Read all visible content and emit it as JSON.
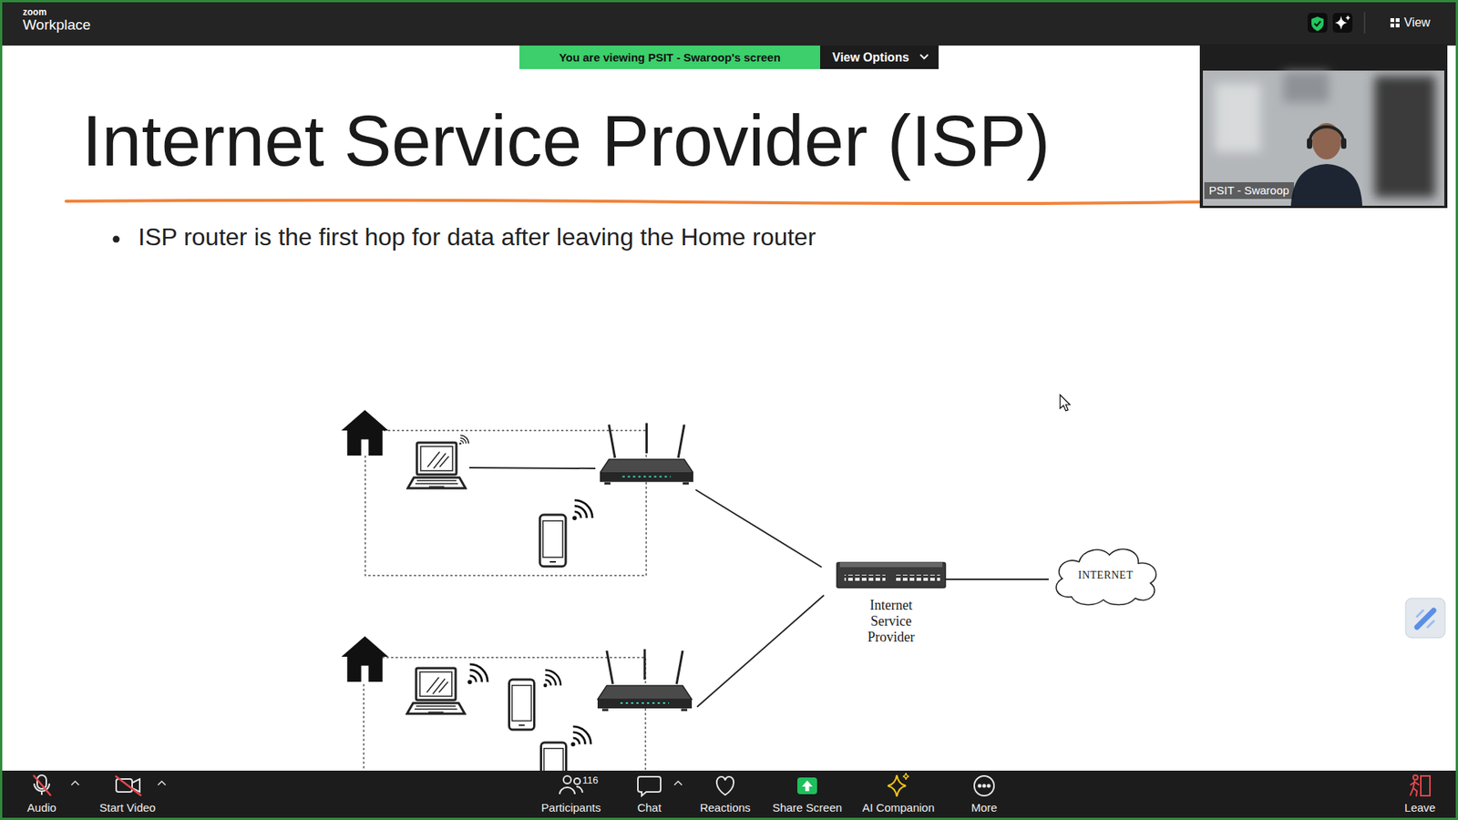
{
  "diagram": {
    "title": "Internet Service Provider (ISP)",
    "nodes": [
      {
        "text": [
          "Internet Service Provider"
        ]
      },
      {
        "text": [
          "INTERNET"
        ]
      }
    ],
    "edges": [
      {
        "from": 0,
        "to": 1,
        "arrow": "none"
      }
    ],
    "labels": [
      "zoom",
      "Workplace",
      "View",
      "You are viewing PSIT - Swaroop's screen",
      "View Options",
      "PSIT - Swaroop",
      "ISP router is the first hop for data after leaving the Home router",
      "Audio",
      "Start Video",
      "116",
      "Participants",
      "Chat",
      "Reactions",
      "Share Screen",
      "AI Companion",
      "More",
      "Leave"
    ]
  }
}
